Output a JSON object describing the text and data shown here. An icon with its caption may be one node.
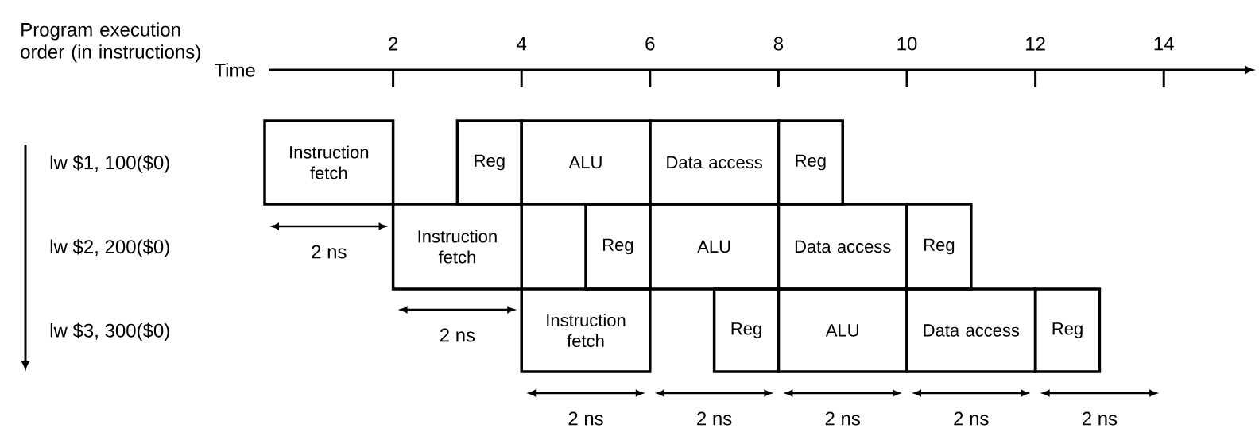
{
  "diagram": {
    "nodes": [
      {
        "text": [
          "Instruction fetch"
        ]
      },
      {
        "text": [
          "Reg"
        ]
      },
      {
        "text": [
          "ALU"
        ]
      },
      {
        "text": [
          "Data access"
        ]
      },
      {
        "text": [
          "Reg"
        ]
      },
      {
        "text": [
          "Instruction fetch"
        ]
      },
      {
        "text": [
          "Reg"
        ]
      },
      {
        "text": [
          "ALU"
        ]
      },
      {
        "text": [
          "Data access"
        ]
      },
      {
        "text": [
          "Reg"
        ]
      },
      {
        "text": [
          "Instruction fetch"
        ]
      },
      {
        "text": [
          "Reg"
        ]
      },
      {
        "text": [
          "ALU"
        ]
      },
      {
        "text": [
          "Data access"
        ]
      },
      {
        "text": [
          "Reg"
        ]
      }
    ],
    "edges": [],
    "labels": [
      "Program execution order (in instructions)",
      "Time",
      "2",
      "4",
      "6",
      "8",
      "10",
      "12",
      "14",
      "lw $1, 100($0)",
      "lw $2, 200($0)",
      "lw $3, 300($0)",
      "2 ns",
      "2 ns",
      "2 ns",
      "2 ns",
      "2 ns",
      "2 ns",
      "2 ns"
    ]
  }
}
